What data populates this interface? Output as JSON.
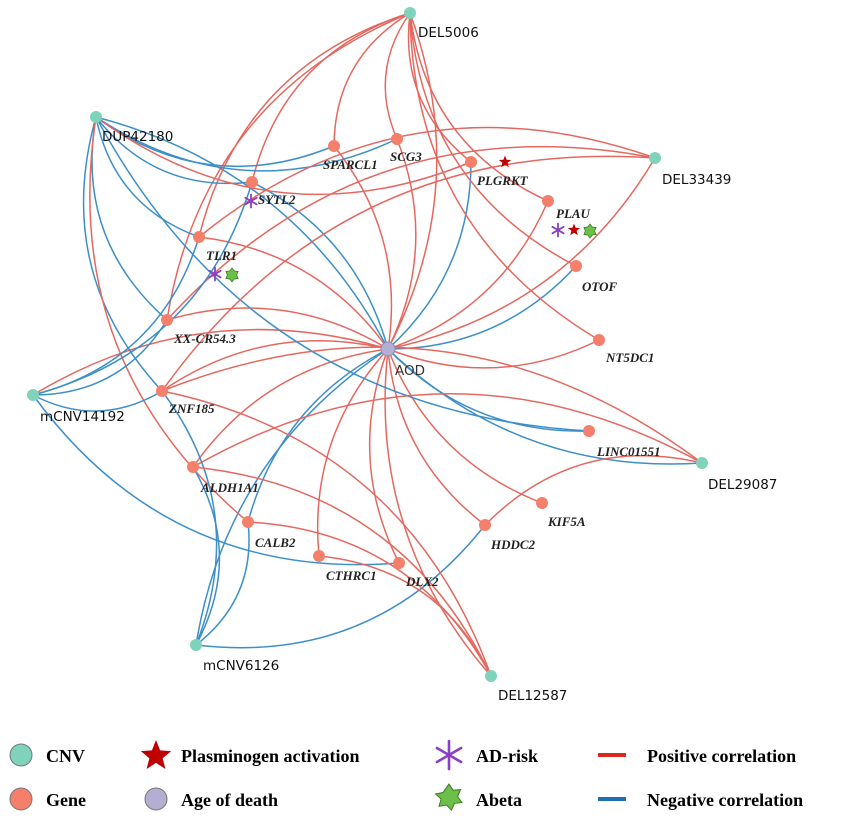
{
  "colors": {
    "positive": "#e4685f",
    "negative": "#3d8fc8",
    "cnv": "#7fd3bb",
    "gene": "#f47f6b",
    "aod": "#b3aed2",
    "plasminogen": "#c00000",
    "ad_risk": "#8a3fc4",
    "abeta": "#6cc04a"
  },
  "nodes": {
    "cnv": [
      {
        "id": "DEL5006",
        "label": "DEL5006"
      },
      {
        "id": "DUP42180",
        "label": "DUP42180"
      },
      {
        "id": "DEL33439",
        "label": "DEL33439"
      },
      {
        "id": "mCNV14192",
        "label": "mCNV14192"
      },
      {
        "id": "DEL29087",
        "label": "DEL29087"
      },
      {
        "id": "mCNV6126",
        "label": "mCNV6126"
      },
      {
        "id": "DEL12587",
        "label": "DEL12587"
      }
    ],
    "gene": [
      {
        "id": "SPARCL1",
        "label": "SPARCL1"
      },
      {
        "id": "SCG3",
        "label": "SCG3"
      },
      {
        "id": "PLGRKT",
        "label": "PLGRKT"
      },
      {
        "id": "SYTL2",
        "label": "SYTL2"
      },
      {
        "id": "PLAU",
        "label": "PLAU"
      },
      {
        "id": "TLR1",
        "label": "TLR1"
      },
      {
        "id": "OTOF",
        "label": "OTOF"
      },
      {
        "id": "XX-CR54.3",
        "label": "XX-CR54.3"
      },
      {
        "id": "NT5DC1",
        "label": "NT5DC1"
      },
      {
        "id": "ZNF185",
        "label": "ZNF185"
      },
      {
        "id": "LINC01551",
        "label": "LINC01551"
      },
      {
        "id": "ALDH1A1",
        "label": "ALDH1A1"
      },
      {
        "id": "KIF5A",
        "label": "KIF5A"
      },
      {
        "id": "HDDC2",
        "label": "HDDC2"
      },
      {
        "id": "CALB2",
        "label": "CALB2"
      },
      {
        "id": "CTHRC1",
        "label": "CTHRC1"
      },
      {
        "id": "DLX2",
        "label": "DLX2"
      }
    ],
    "aod": {
      "id": "AOD",
      "label": "AOD"
    }
  },
  "edges": [
    {
      "from": "AOD",
      "to": "SPARCL1",
      "sign": "positive"
    },
    {
      "from": "AOD",
      "to": "SCG3",
      "sign": "positive"
    },
    {
      "from": "AOD",
      "to": "PLGRKT",
      "sign": "negative"
    },
    {
      "from": "AOD",
      "to": "SYTL2",
      "sign": "negative"
    },
    {
      "from": "AOD",
      "to": "PLAU",
      "sign": "positive"
    },
    {
      "from": "AOD",
      "to": "TLR1",
      "sign": "positive"
    },
    {
      "from": "AOD",
      "to": "OTOF",
      "sign": "negative"
    },
    {
      "from": "AOD",
      "to": "XX-CR54.3",
      "sign": "positive"
    },
    {
      "from": "AOD",
      "to": "NT5DC1",
      "sign": "positive"
    },
    {
      "from": "AOD",
      "to": "ZNF185",
      "sign": "positive"
    },
    {
      "from": "AOD",
      "to": "LINC01551",
      "sign": "negative"
    },
    {
      "from": "AOD",
      "to": "ALDH1A1",
      "sign": "positive"
    },
    {
      "from": "AOD",
      "to": "KIF5A",
      "sign": "positive"
    },
    {
      "from": "AOD",
      "to": "HDDC2",
      "sign": "positive"
    },
    {
      "from": "AOD",
      "to": "CALB2",
      "sign": "negative"
    },
    {
      "from": "AOD",
      "to": "CTHRC1",
      "sign": "positive"
    },
    {
      "from": "AOD",
      "to": "DLX2",
      "sign": "positive"
    },
    {
      "from": "AOD",
      "to": "DEL5006",
      "sign": "positive"
    },
    {
      "from": "AOD",
      "to": "DUP42180",
      "sign": "negative"
    },
    {
      "from": "AOD",
      "to": "DEL33439",
      "sign": "positive"
    },
    {
      "from": "AOD",
      "to": "mCNV14192",
      "sign": "positive"
    },
    {
      "from": "AOD",
      "to": "DEL29087",
      "sign": "negative"
    },
    {
      "from": "AOD",
      "to": "mCNV6126",
      "sign": "negative"
    },
    {
      "from": "AOD",
      "to": "DEL12587",
      "sign": "positive"
    },
    {
      "from": "DEL5006",
      "to": "SPARCL1",
      "sign": "positive"
    },
    {
      "from": "DEL5006",
      "to": "SCG3",
      "sign": "positive"
    },
    {
      "from": "DEL5006",
      "to": "PLGRKT",
      "sign": "positive"
    },
    {
      "from": "DEL5006",
      "to": "SYTL2",
      "sign": "positive"
    },
    {
      "from": "DEL5006",
      "to": "PLAU",
      "sign": "positive"
    },
    {
      "from": "DEL5006",
      "to": "OTOF",
      "sign": "positive"
    },
    {
      "from": "DEL5006",
      "to": "NT5DC1",
      "sign": "positive"
    },
    {
      "from": "DEL5006",
      "to": "TLR1",
      "sign": "positive"
    },
    {
      "from": "DEL5006",
      "to": "XX-CR54.3",
      "sign": "positive"
    },
    {
      "from": "DUP42180",
      "to": "SPARCL1",
      "sign": "negative"
    },
    {
      "from": "DUP42180",
      "to": "SCG3",
      "sign": "negative"
    },
    {
      "from": "DUP42180",
      "to": "SYTL2",
      "sign": "negative"
    },
    {
      "from": "DUP42180",
      "to": "PLGRKT",
      "sign": "positive"
    },
    {
      "from": "DUP42180",
      "to": "TLR1",
      "sign": "negative"
    },
    {
      "from": "DUP42180",
      "to": "XX-CR54.3",
      "sign": "negative"
    },
    {
      "from": "DUP42180",
      "to": "ZNF185",
      "sign": "negative"
    },
    {
      "from": "DUP42180",
      "to": "LINC01551",
      "sign": "negative"
    },
    {
      "from": "DUP42180",
      "to": "CALB2",
      "sign": "positive"
    },
    {
      "from": "DEL33439",
      "to": "ZNF185",
      "sign": "positive"
    },
    {
      "from": "DEL33439",
      "to": "XX-CR54.3",
      "sign": "positive"
    },
    {
      "from": "DEL33439",
      "to": "TLR1",
      "sign": "positive"
    },
    {
      "from": "mCNV14192",
      "to": "TLR1",
      "sign": "negative"
    },
    {
      "from": "mCNV14192",
      "to": "XX-CR54.3",
      "sign": "negative"
    },
    {
      "from": "mCNV14192",
      "to": "SYTL2",
      "sign": "negative"
    },
    {
      "from": "mCNV14192",
      "to": "ZNF185",
      "sign": "negative"
    },
    {
      "from": "mCNV14192",
      "to": "DLX2",
      "sign": "negative"
    },
    {
      "from": "DEL29087",
      "to": "ZNF185",
      "sign": "positive"
    },
    {
      "from": "DEL29087",
      "to": "ALDH1A1",
      "sign": "positive"
    },
    {
      "from": "DEL29087",
      "to": "HDDC2",
      "sign": "positive"
    },
    {
      "from": "mCNV6126",
      "to": "ZNF185",
      "sign": "negative"
    },
    {
      "from": "mCNV6126",
      "to": "ALDH1A1",
      "sign": "negative"
    },
    {
      "from": "mCNV6126",
      "to": "HDDC2",
      "sign": "negative"
    },
    {
      "from": "mCNV6126",
      "to": "CALB2",
      "sign": "negative"
    },
    {
      "from": "DEL12587",
      "to": "ZNF185",
      "sign": "positive"
    },
    {
      "from": "DEL12587",
      "to": "ALDH1A1",
      "sign": "positive"
    },
    {
      "from": "DEL12587",
      "to": "CALB2",
      "sign": "positive"
    },
    {
      "from": "DEL12587",
      "to": "CTHRC1",
      "sign": "positive"
    }
  ],
  "markers": [
    {
      "type": "plasminogen",
      "gene": "PLGRKT"
    },
    {
      "type": "ad_risk",
      "gene": "SYTL2"
    },
    {
      "type": "ad_risk",
      "gene": "PLAU"
    },
    {
      "type": "plasminogen",
      "gene": "PLAU"
    },
    {
      "type": "abeta",
      "gene": "PLAU"
    },
    {
      "type": "ad_risk",
      "gene": "TLR1"
    },
    {
      "type": "abeta",
      "gene": "TLR1"
    }
  ],
  "legend": {
    "cnv": "CNV",
    "gene": "Gene",
    "plasminogen": "Plasminogen  activation",
    "aod": "Age of death",
    "ad_risk": "AD-risk",
    "abeta": "Abeta",
    "positive": "Positive correlation",
    "negative": "Negative correlation"
  }
}
